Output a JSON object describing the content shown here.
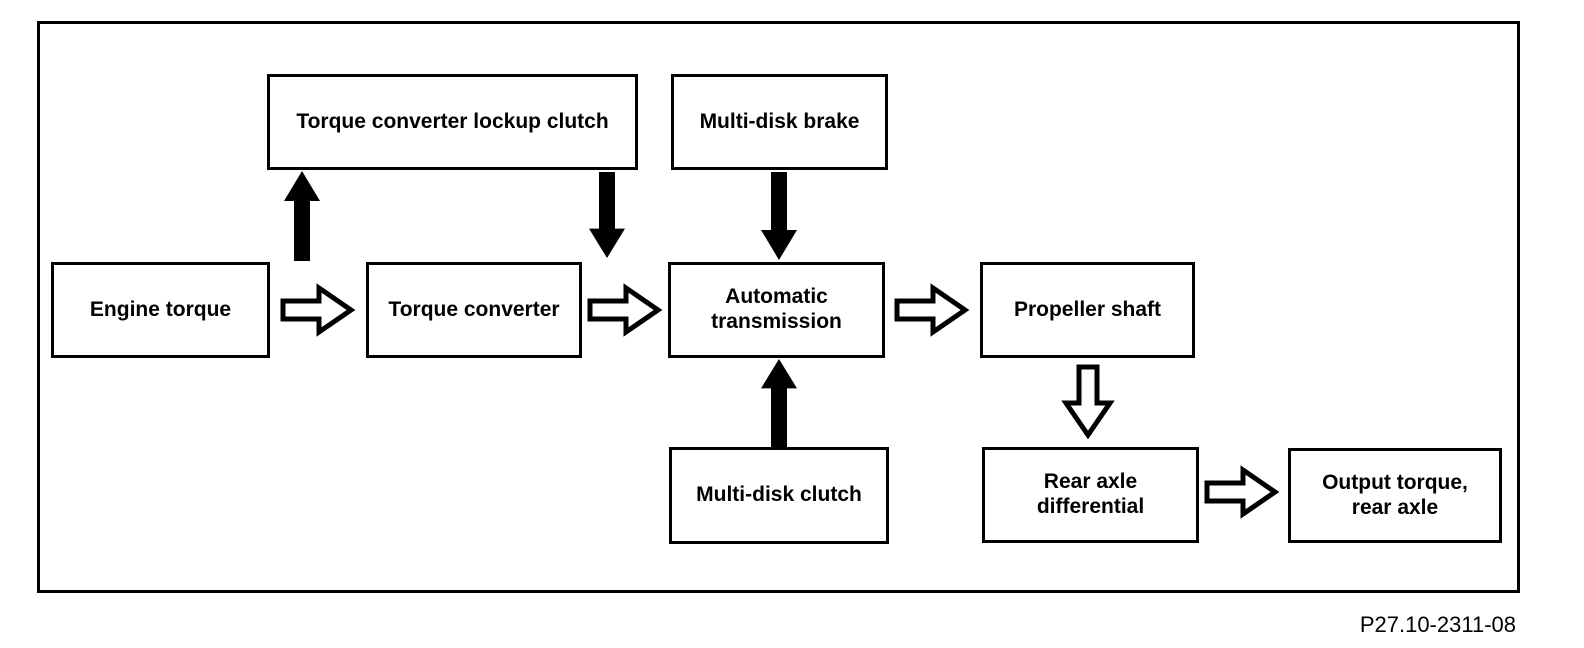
{
  "diagram": {
    "type": "block-flow-diagram",
    "caption": "P27.10-2311-08",
    "colors": {
      "line": "#000000",
      "background": "#ffffff",
      "box_fill": "#ffffff"
    },
    "nodes": [
      {
        "id": "torque-converter-lockup-clutch",
        "label": "Torque converter lockup clutch"
      },
      {
        "id": "multi-disk-brake",
        "label": "Multi-disk brake"
      },
      {
        "id": "engine-torque",
        "label": "Engine torque"
      },
      {
        "id": "torque-converter",
        "label": "Torque converter"
      },
      {
        "id": "automatic-transmission",
        "label": "Automatic transmission"
      },
      {
        "id": "propeller-shaft",
        "label": "Propeller shaft"
      },
      {
        "id": "multi-disk-clutch",
        "label": "Multi-disk clutch"
      },
      {
        "id": "rear-axle-differential",
        "label": "Rear axle differential"
      },
      {
        "id": "output-torque-rear-axle",
        "label": "Output torque, rear axle"
      }
    ],
    "edges": [
      {
        "from": "engine-torque",
        "to": "torque-converter",
        "style": "hollow-outline",
        "direction": "right"
      },
      {
        "from": "torque-converter",
        "to": "automatic-transmission",
        "style": "hollow-outline",
        "direction": "right"
      },
      {
        "from": "automatic-transmission",
        "to": "propeller-shaft",
        "style": "hollow-outline",
        "direction": "right"
      },
      {
        "from": "propeller-shaft",
        "to": "rear-axle-differential",
        "style": "hollow-outline",
        "direction": "down"
      },
      {
        "from": "rear-axle-differential",
        "to": "output-torque-rear-axle",
        "style": "hollow-outline",
        "direction": "right"
      },
      {
        "from": "engine-torque-flow",
        "to": "torque-converter-lockup-clutch",
        "style": "solid-filled",
        "direction": "up"
      },
      {
        "from": "torque-converter-lockup-clutch",
        "to": "automatic-transmission-input",
        "style": "solid-filled",
        "direction": "down"
      },
      {
        "from": "multi-disk-brake",
        "to": "automatic-transmission",
        "style": "solid-filled",
        "direction": "down"
      },
      {
        "from": "multi-disk-clutch",
        "to": "automatic-transmission",
        "style": "solid-filled",
        "direction": "up"
      }
    ]
  }
}
